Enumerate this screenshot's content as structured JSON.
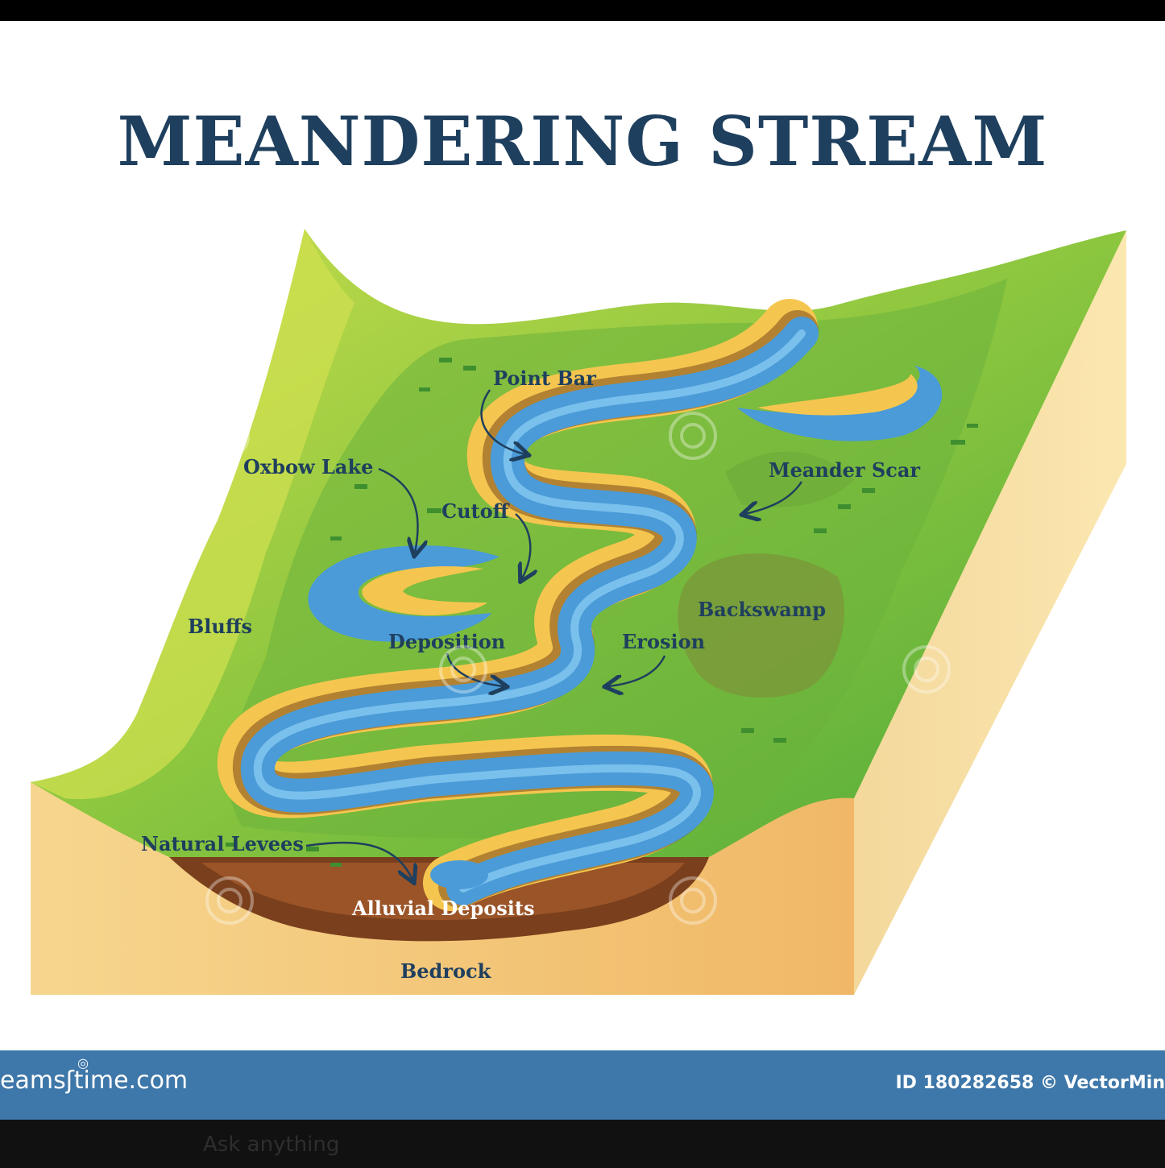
{
  "title": "MEANDERING STREAM",
  "labels": {
    "point_bar": "Point Bar",
    "oxbow_lake": "Oxbow Lake",
    "cutoff": "Cutoff",
    "meander_scar": "Meander Scar",
    "backswamp": "Backswamp",
    "bluffs": "Bluffs",
    "deposition": "Deposition",
    "erosion": "Erosion",
    "natural_levees": "Natural Levees",
    "alluvial_deposits": "Alluvial Deposits",
    "bedrock": "Bedrock"
  },
  "footer": {
    "site": "eamsʃtime.com",
    "image_id": "ID 180282658 © VectorMin"
  },
  "chat": {
    "placeholder": "Ask anything"
  },
  "colors": {
    "title": "#1f3f5e",
    "grass": "#8cc63f",
    "water": "#4a9bd8",
    "sand": "#f5c64f",
    "soil": "#7a3f1c",
    "bedrock": "#f2c07a",
    "footer": "#3e77a9"
  },
  "icons": [
    "watermark-swirl-icon"
  ]
}
